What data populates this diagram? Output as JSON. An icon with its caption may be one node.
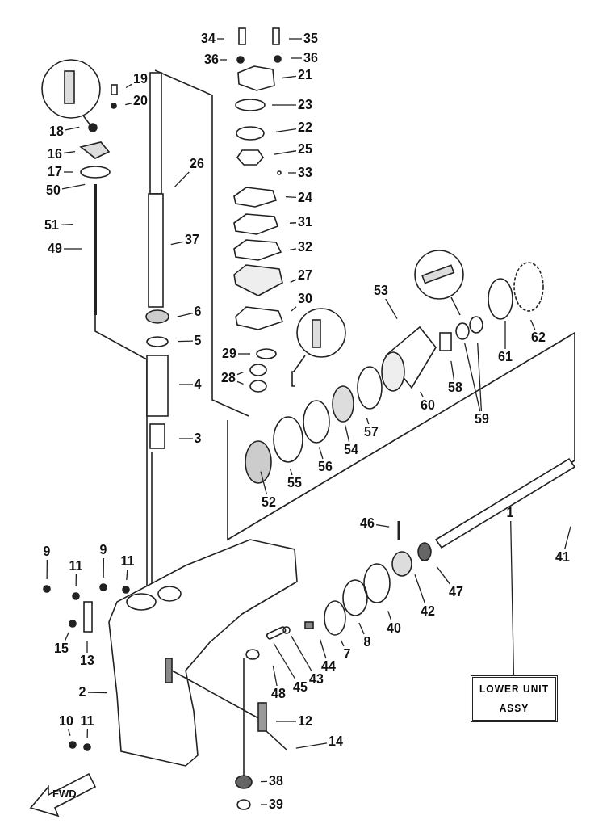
{
  "diagram": {
    "nodes": [
      {
        "text": [
          "34"
        ]
      },
      {
        "text": [
          "35"
        ]
      },
      {
        "text": [
          "36"
        ]
      },
      {
        "text": [
          "36"
        ]
      },
      {
        "text": [
          "19"
        ]
      },
      {
        "text": [
          "21"
        ]
      },
      {
        "text": [
          "20"
        ]
      },
      {
        "text": [
          "23"
        ]
      },
      {
        "text": [
          "18"
        ]
      },
      {
        "text": [
          "22"
        ]
      },
      {
        "text": [
          "16"
        ]
      },
      {
        "text": [
          "25"
        ]
      },
      {
        "text": [
          "17"
        ]
      },
      {
        "text": [
          "26"
        ]
      },
      {
        "text": [
          "33"
        ]
      },
      {
        "text": [
          "50"
        ]
      },
      {
        "text": [
          "24"
        ]
      },
      {
        "text": [
          "31"
        ]
      },
      {
        "text": [
          "51"
        ]
      },
      {
        "text": [
          "37"
        ]
      },
      {
        "text": [
          "49"
        ]
      },
      {
        "text": [
          "32"
        ]
      },
      {
        "text": [
          "27"
        ]
      },
      {
        "text": [
          "30"
        ]
      },
      {
        "text": [
          "53"
        ]
      },
      {
        "text": [
          "62"
        ]
      },
      {
        "text": [
          "6"
        ]
      },
      {
        "text": [
          "5"
        ]
      },
      {
        "text": [
          "29"
        ]
      },
      {
        "text": [
          "61"
        ]
      },
      {
        "text": [
          "28"
        ]
      },
      {
        "text": [
          "59"
        ]
      },
      {
        "text": [
          "4"
        ]
      },
      {
        "text": [
          "58"
        ]
      },
      {
        "text": [
          "60"
        ]
      },
      {
        "text": [
          "57"
        ]
      },
      {
        "text": [
          "54"
        ]
      },
      {
        "text": [
          "3"
        ]
      },
      {
        "text": [
          "56"
        ]
      },
      {
        "text": [
          "55"
        ]
      },
      {
        "text": [
          "52"
        ]
      },
      {
        "text": [
          "46"
        ]
      },
      {
        "text": [
          "1"
        ]
      },
      {
        "text": [
          "41"
        ]
      },
      {
        "text": [
          "9"
        ]
      },
      {
        "text": [
          "9"
        ]
      },
      {
        "text": [
          "11"
        ]
      },
      {
        "text": [
          "11"
        ]
      },
      {
        "text": [
          "47"
        ]
      },
      {
        "text": [
          "42"
        ]
      },
      {
        "text": [
          "40"
        ]
      },
      {
        "text": [
          "8"
        ]
      },
      {
        "text": [
          "15"
        ]
      },
      {
        "text": [
          "7"
        ]
      },
      {
        "text": [
          "13"
        ]
      },
      {
        "text": [
          "44"
        ]
      },
      {
        "text": [
          "43"
        ]
      },
      {
        "text": [
          "45"
        ]
      },
      {
        "text": [
          "48"
        ]
      },
      {
        "text": [
          "2"
        ]
      },
      {
        "text": [
          "LOWER UNIT ASSY"
        ]
      },
      {
        "text": [
          "12"
        ]
      },
      {
        "text": [
          "10"
        ]
      },
      {
        "text": [
          "11"
        ]
      },
      {
        "text": [
          "14"
        ]
      },
      {
        "text": [
          "38"
        ]
      },
      {
        "text": [
          "39"
        ]
      }
    ],
    "edges": [
      {
        "from": 0,
        "to": null,
        "arrow": "none"
      },
      {
        "from": 1,
        "to": null,
        "arrow": "none"
      },
      {
        "from": 2,
        "to": null,
        "arrow": "none"
      },
      {
        "from": 3,
        "to": null,
        "arrow": "none"
      },
      {
        "from": 4,
        "to": null,
        "arrow": "none"
      },
      {
        "from": 5,
        "to": null,
        "arrow": "none"
      },
      {
        "from": 6,
        "to": null,
        "arrow": "none"
      },
      {
        "from": 7,
        "to": null,
        "arrow": "none"
      },
      {
        "from": 8,
        "to": null,
        "arrow": "none"
      },
      {
        "from": 9,
        "to": null,
        "arrow": "none"
      },
      {
        "from": 10,
        "to": null,
        "arrow": "none"
      },
      {
        "from": 11,
        "to": null,
        "arrow": "none"
      },
      {
        "from": 12,
        "to": null,
        "arrow": "none"
      },
      {
        "from": 13,
        "to": null,
        "arrow": "none"
      },
      {
        "from": 14,
        "to": null,
        "arrow": "none"
      },
      {
        "from": 15,
        "to": null,
        "arrow": "none"
      },
      {
        "from": 16,
        "to": null,
        "arrow": "none"
      },
      {
        "from": 17,
        "to": null,
        "arrow": "none"
      },
      {
        "from": 18,
        "to": null,
        "arrow": "none"
      },
      {
        "from": 19,
        "to": null,
        "arrow": "none"
      },
      {
        "from": 20,
        "to": null,
        "arrow": "none"
      },
      {
        "from": 21,
        "to": null,
        "arrow": "none"
      },
      {
        "from": 22,
        "to": null,
        "arrow": "none"
      },
      {
        "from": 23,
        "to": null,
        "arrow": "none"
      },
      {
        "from": 24,
        "to": null,
        "arrow": "none"
      },
      {
        "from": 25,
        "to": null,
        "arrow": "none"
      },
      {
        "from": 26,
        "to": null,
        "arrow": "none"
      },
      {
        "from": 27,
        "to": null,
        "arrow": "none"
      },
      {
        "from": 28,
        "to": null,
        "arrow": "none"
      },
      {
        "from": 29,
        "to": null,
        "arrow": "none"
      },
      {
        "from": 30,
        "to": null,
        "arrow": "none"
      },
      {
        "from": 30,
        "to": null,
        "arrow": "none"
      },
      {
        "from": 31,
        "to": null,
        "arrow": "none"
      },
      {
        "from": 31,
        "to": null,
        "arrow": "none"
      },
      {
        "from": 32,
        "to": null,
        "arrow": "none"
      },
      {
        "from": 33,
        "to": null,
        "arrow": "none"
      },
      {
        "from": 34,
        "to": null,
        "arrow": "none"
      },
      {
        "from": 35,
        "to": null,
        "arrow": "none"
      },
      {
        "from": 36,
        "to": null,
        "arrow": "none"
      },
      {
        "from": 37,
        "to": null,
        "arrow": "none"
      },
      {
        "from": 38,
        "to": null,
        "arrow": "none"
      },
      {
        "from": 39,
        "to": null,
        "arrow": "none"
      },
      {
        "from": 40,
        "to": null,
        "arrow": "none"
      },
      {
        "from": 41,
        "to": null,
        "arrow": "none"
      },
      {
        "from": 42,
        "to": 60,
        "arrow": "none"
      },
      {
        "from": 43,
        "to": null,
        "arrow": "none"
      },
      {
        "from": 44,
        "to": null,
        "arrow": "none"
      },
      {
        "from": 45,
        "to": null,
        "arrow": "none"
      },
      {
        "from": 46,
        "to": null,
        "arrow": "none"
      },
      {
        "from": 47,
        "to": null,
        "arrow": "none"
      },
      {
        "from": 48,
        "to": null,
        "arrow": "none"
      },
      {
        "from": 49,
        "to": null,
        "arrow": "none"
      },
      {
        "from": 50,
        "to": null,
        "arrow": "none"
      },
      {
        "from": 51,
        "to": null,
        "arrow": "none"
      },
      {
        "from": 52,
        "to": null,
        "arrow": "none"
      },
      {
        "from": 53,
        "to": null,
        "arrow": "none"
      },
      {
        "from": 54,
        "to": null,
        "arrow": "none"
      },
      {
        "from": 55,
        "to": null,
        "arrow": "none"
      },
      {
        "from": 56,
        "to": null,
        "arrow": "none"
      },
      {
        "from": 57,
        "to": null,
        "arrow": "none"
      },
      {
        "from": 58,
        "to": null,
        "arrow": "none"
      },
      {
        "from": 59,
        "to": null,
        "arrow": "none"
      },
      {
        "from": 61,
        "to": null,
        "arrow": "none"
      },
      {
        "from": 62,
        "to": null,
        "arrow": "none"
      },
      {
        "from": 63,
        "to": null,
        "arrow": "none"
      },
      {
        "from": 64,
        "to": null,
        "arrow": "none"
      },
      {
        "from": 65,
        "to": null,
        "arrow": "none"
      },
      {
        "from": 66,
        "to": null,
        "arrow": "none"
      }
    ],
    "labels": [
      "FWD"
    ]
  }
}
